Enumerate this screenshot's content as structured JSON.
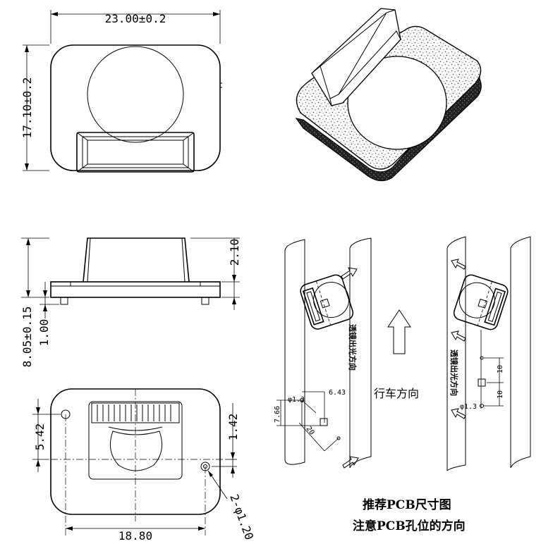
{
  "top_view": {
    "width_dim": "23.00±0.2",
    "height_dim": "17.10±0.2"
  },
  "side_view": {
    "height_dim_a": "2.10",
    "height_dim_b": "8.05±0.15",
    "height_dim_c": "1.00"
  },
  "bottom_view": {
    "dim_left": "5.42",
    "dim_right": "1.42",
    "dim_width": "18.80",
    "hole_dim": "2-φ1.20"
  },
  "pcb_left": {
    "hole_dia": "φ1.3",
    "dim_x": "6.43",
    "dim_y": "7.66",
    "dim_diag": "20",
    "lens_dir": "透镜出光方向"
  },
  "pcb_right": {
    "hole_dia": "φ1.3",
    "dim_top": "10",
    "dim_bottom": "10",
    "lens_dir": "透镜出光方向"
  },
  "travel_direction": "行车方向",
  "caption_line1": "推荐PCB尺寸图",
  "caption_line2": "注意PCB孔位的方向"
}
